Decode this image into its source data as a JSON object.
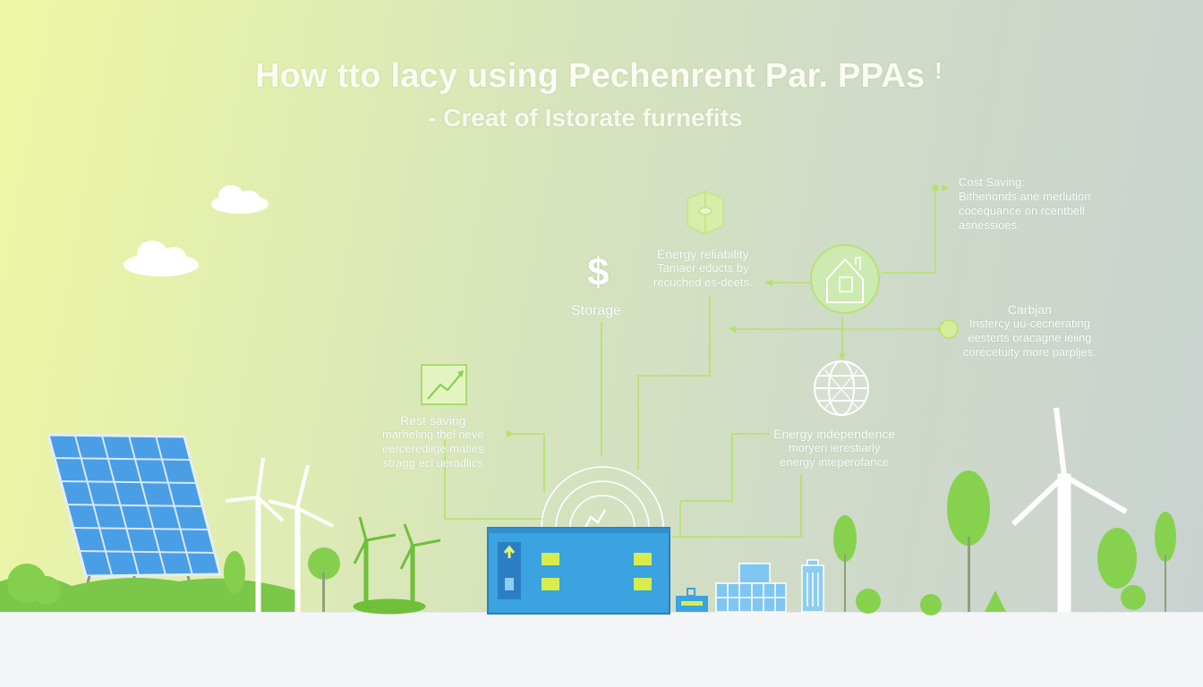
{
  "header": {
    "title": "How tto lacy using Pechenrent Par. PPAs",
    "title_mark": "!",
    "subtitle": "- Creat of Istorate furnefits"
  },
  "nodes": {
    "storage": {
      "label": "Storage",
      "icon": "dollar-icon",
      "glyph": "$"
    },
    "reliability": {
      "heading": "Energy reliability",
      "line1": "Tamaer educts by",
      "line2": "recuched es-deets."
    },
    "cost_saving": {
      "heading": "Cost Saving:",
      "line1": "Bithenonds ane merlution",
      "line2": "cocequance on rcentbell",
      "line3": "asnessioes."
    },
    "carbon": {
      "heading": "Carbjan",
      "line1": "Instercy uu-cecnerating",
      "line2": "eesterts oracagne ieiing",
      "line3": "corecetuity more parpljes."
    },
    "rest_saving": {
      "heading": "Rest saving",
      "line1": "marheling thel neve",
      "line2": "eercerediige maties",
      "line3": "stragg ecl ueradlics"
    },
    "independence": {
      "heading": "Energy independence",
      "line1": "moryen ierestiarly",
      "line2": "energy inteperofance"
    }
  },
  "colors": {
    "accent_green": "#a8e06a",
    "building_blue": "#3aa3e0",
    "panel_blue": "#4a9ee6",
    "tree_green": "#8fd45a",
    "title_white": "#fbfcf2"
  },
  "icons": [
    "shield-map-icon",
    "house-icon",
    "globe-icon",
    "chart-up-icon",
    "dollar-icon",
    "solar-panel-icon",
    "wind-turbine-icon",
    "cloud-icon",
    "tree-icon",
    "battery-icon"
  ]
}
